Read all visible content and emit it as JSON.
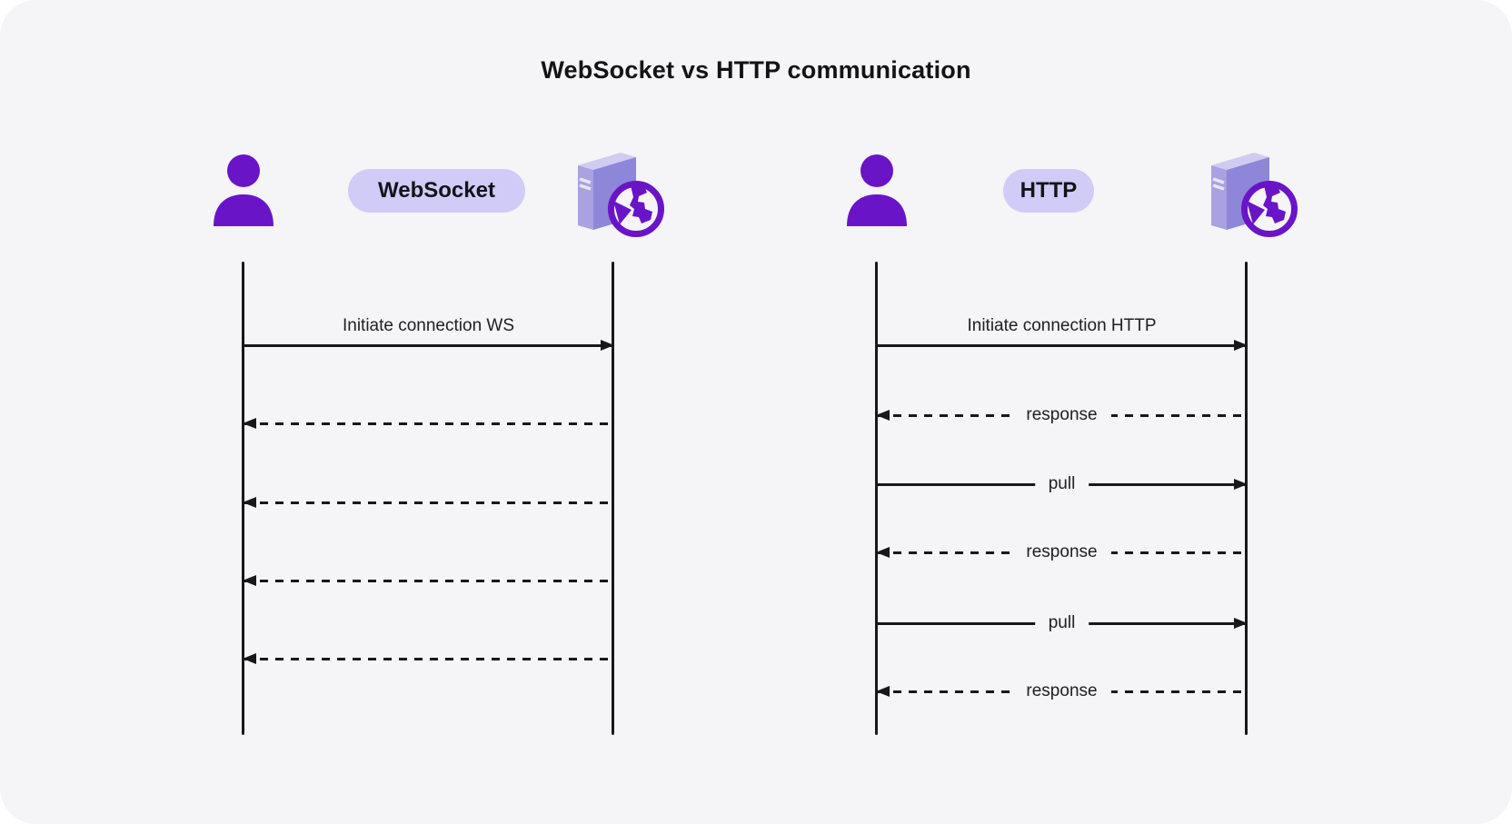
{
  "title": "WebSocket vs HTTP communication",
  "colors": {
    "background": "#F5F4F6",
    "accent_purple": "#6A14C8",
    "pill_background": "#D1CBF8",
    "line": "#18181B",
    "server_top_face": "#D0CBF0",
    "server_left_face": "#A9A1E1",
    "server_right_face": "#8E86D8"
  },
  "panels": [
    {
      "name": "websocket",
      "protocol_label": "WebSocket",
      "left_actor": "user",
      "right_actor": "web-server",
      "messages": [
        {
          "text": "Initiate connection WS",
          "direction": "right",
          "line": "solid",
          "label_position": "above"
        },
        {
          "text": "",
          "direction": "left",
          "line": "dashed",
          "label_position": "none"
        },
        {
          "text": "",
          "direction": "left",
          "line": "dashed",
          "label_position": "none"
        },
        {
          "text": "",
          "direction": "left",
          "line": "dashed",
          "label_position": "none"
        },
        {
          "text": "",
          "direction": "left",
          "line": "dashed",
          "label_position": "none"
        }
      ]
    },
    {
      "name": "http",
      "protocol_label": "HTTP",
      "left_actor": "user",
      "right_actor": "web-server",
      "messages": [
        {
          "text": "Initiate connection HTTP",
          "direction": "right",
          "line": "solid",
          "label_position": "above"
        },
        {
          "text": "response",
          "direction": "left",
          "line": "dashed",
          "label_position": "inline"
        },
        {
          "text": "pull",
          "direction": "right",
          "line": "solid",
          "label_position": "inline"
        },
        {
          "text": "response",
          "direction": "left",
          "line": "dashed",
          "label_position": "inline"
        },
        {
          "text": "pull",
          "direction": "right",
          "line": "solid",
          "label_position": "inline"
        },
        {
          "text": "response",
          "direction": "left",
          "line": "dashed",
          "label_position": "inline"
        }
      ]
    }
  ]
}
